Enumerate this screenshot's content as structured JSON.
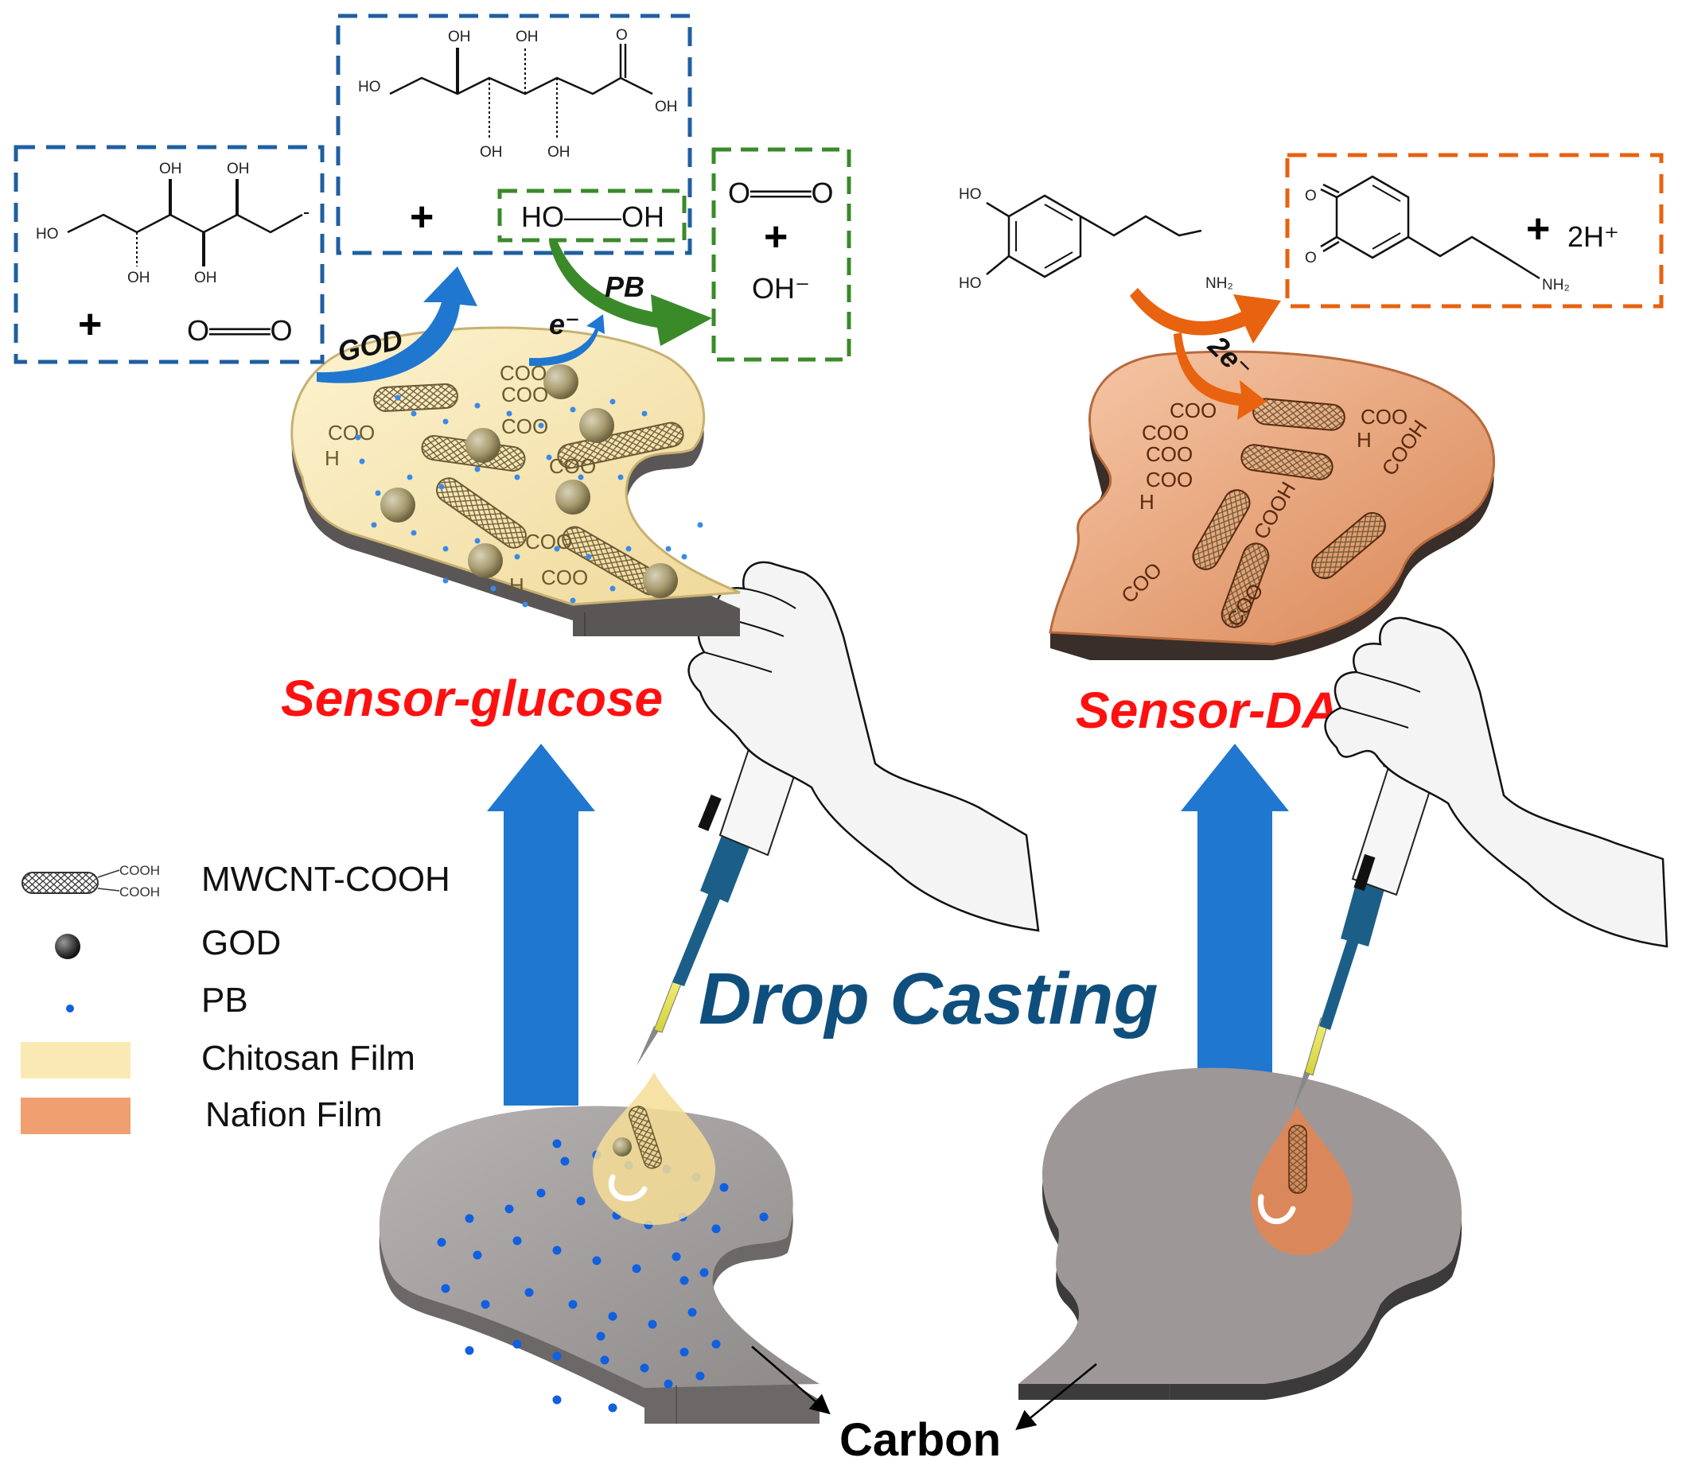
{
  "titles": {
    "sensor_glucose": "Sensor-glucose",
    "sensor_da": "Sensor-DA",
    "drop_casting": "Drop Casting",
    "carbon": "Carbon"
  },
  "legend": [
    {
      "label": "MWCNT-COOH",
      "icon": "cnt-icon"
    },
    {
      "label": "GOD",
      "icon": "sphere-icon"
    },
    {
      "label": "PB",
      "icon": "dot-icon"
    },
    {
      "label": "Chitosan Film",
      "icon": "swatch-icon",
      "color": "#fbe9b5"
    },
    {
      "label": "Nafion Film",
      "icon": "swatch-icon",
      "color": "#f0a070"
    }
  ],
  "legend_cnt_labels": [
    "COOH",
    "COOH"
  ],
  "reactions": {
    "glucose_box": {
      "oh_labels": [
        "OH",
        "OH",
        "OH",
        "OH"
      ],
      "ho": "HO",
      "plus": "+",
      "oxygen": "O═══O"
    },
    "gluconic_box": {
      "oh_labels": [
        "OH",
        "OH",
        "OH",
        "OH"
      ],
      "ho": "HO",
      "o": "O",
      "oh": "OH",
      "plus": "+",
      "h2o2": "HO——OH"
    },
    "product_box": {
      "oxygen": "O═══O",
      "plus": "+",
      "hydroxide": "OH⁻"
    },
    "dopamine": {
      "ho1": "HO",
      "ho2": "HO",
      "nh2": "NH₂"
    },
    "quinone_box": {
      "o1": "O",
      "o2": "O",
      "nh2": "NH₂",
      "plus": "+",
      "protons": "2H⁺"
    },
    "arrow_god": "GOD",
    "arrow_e": "e⁻",
    "arrow_pb": "PB",
    "arrow_2e": "2e⁻"
  },
  "film_labels": {
    "coo": "COO",
    "h": "H",
    "cooh": "COOH"
  },
  "colors": {
    "blue_arrow": "#1f77d0",
    "green_arrow": "#3a8a2a",
    "orange_arrow": "#e8620f",
    "title_red": "#ff1010",
    "drop_casting": "#0f4f7e",
    "box_blue": "#1f5fa0",
    "box_green": "#3a8a2a",
    "box_orange": "#e8620f",
    "chitosan": "#fbe9b5",
    "nafion": "#f0a070",
    "electrode_gray": "#9a9595",
    "pb_dot": "#1060e0"
  }
}
